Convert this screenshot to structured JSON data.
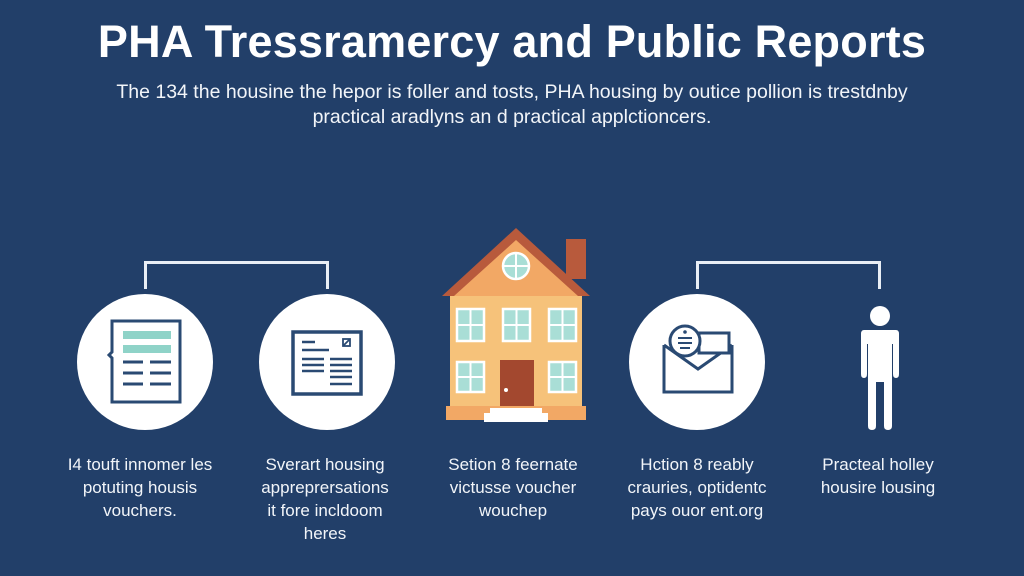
{
  "header": {
    "title": "PHA Tressramercy and Public Reports",
    "subtitle_line1": "The 134 the housine the hepor is foller and tosts, PHA housing by outice pollion is trestdnby",
    "subtitle_line2": "practical aradlyns an d practical applctioncers."
  },
  "items": [
    {
      "icon": "document-list-icon",
      "caption_lines": [
        "I4 touft innomer les",
        "potuting housis",
        "vouchers."
      ]
    },
    {
      "icon": "report-form-icon",
      "caption_lines": [
        "Sverart housing",
        "appreprersations",
        "it fore incldoom",
        "heres"
      ]
    },
    {
      "icon": "house-icon",
      "caption_lines": [
        "Setion 8 feernate",
        "victusse voucher",
        "wouchep"
      ]
    },
    {
      "icon": "envelope-letter-icon",
      "caption_lines": [
        "Hction 8 reably",
        "crauries, optidentc",
        "pays ouor ent.org"
      ]
    },
    {
      "icon": "person-icon",
      "caption_lines": [
        "Practeal holley",
        "housire lousing"
      ]
    }
  ],
  "colors": {
    "background": "#223f69",
    "icon_stroke": "#2a4a73",
    "icon_accent": "#8fd3c8",
    "house_wall": "#f6c27a",
    "house_gable": "#f2a865",
    "house_roof": "#b85a3c",
    "house_door": "#a3482f",
    "house_window": "#a9ded6"
  }
}
